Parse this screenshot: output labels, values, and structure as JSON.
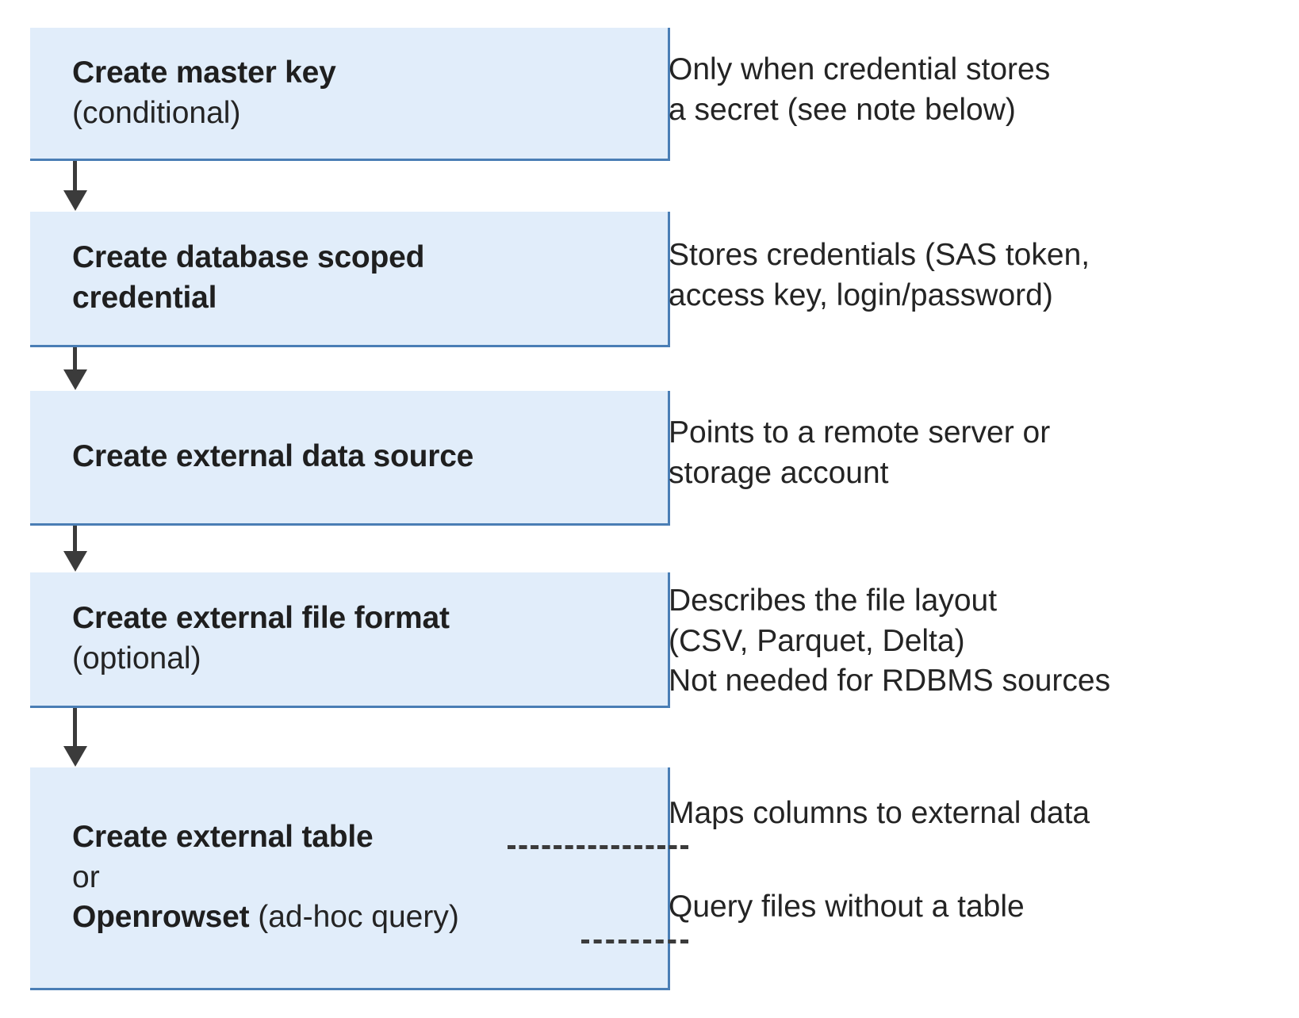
{
  "diagram": {
    "type": "flowchart",
    "orientation": "vertical",
    "colors": {
      "box_fill": "#e1edfa",
      "box_border": "#4a7eb5",
      "arrow": "#3b3b3b",
      "text": "#242424",
      "background": "#ffffff"
    },
    "steps": [
      {
        "id": "create-master-key",
        "title": "Create master key",
        "subtitle": "(conditional)",
        "note": "Only when credential stores\na secret (see note below)",
        "note_connector": "none"
      },
      {
        "id": "create-database-scoped-credential",
        "title": "Create database scoped\ncredential",
        "subtitle": "",
        "note": "Stores credentials (SAS token,\naccess key, login/password)",
        "note_connector": "none"
      },
      {
        "id": "create-external-data-source",
        "title": "Create external data source",
        "subtitle": "",
        "note": "Points to a remote server or\nstorage account",
        "note_connector": "none"
      },
      {
        "id": "create-external-file-format",
        "title": "Create external file format",
        "subtitle": "(optional)",
        "note": "Describes the file layout\n(CSV, Parquet, Delta)\nNot needed for RDBMS sources",
        "note_connector": "none"
      }
    ],
    "final_step": {
      "id": "create-external-table-or-openrowset",
      "line1_bold": "Create external table",
      "line2": "or",
      "line3_bold": "Openrowset",
      "line3_rest": " (ad-hoc query)",
      "note_table": "Maps columns to external data",
      "note_openrowset": "Query files without a table",
      "note_connector": "dashed"
    },
    "connectors": [
      {
        "from": "create-master-key",
        "to": "create-database-scoped-credential",
        "style": "solid-arrow"
      },
      {
        "from": "create-database-scoped-credential",
        "to": "create-external-data-source",
        "style": "solid-arrow"
      },
      {
        "from": "create-external-data-source",
        "to": "create-external-file-format",
        "style": "solid-arrow"
      },
      {
        "from": "create-external-file-format",
        "to": "create-external-table-or-openrowset",
        "style": "solid-arrow"
      }
    ]
  }
}
